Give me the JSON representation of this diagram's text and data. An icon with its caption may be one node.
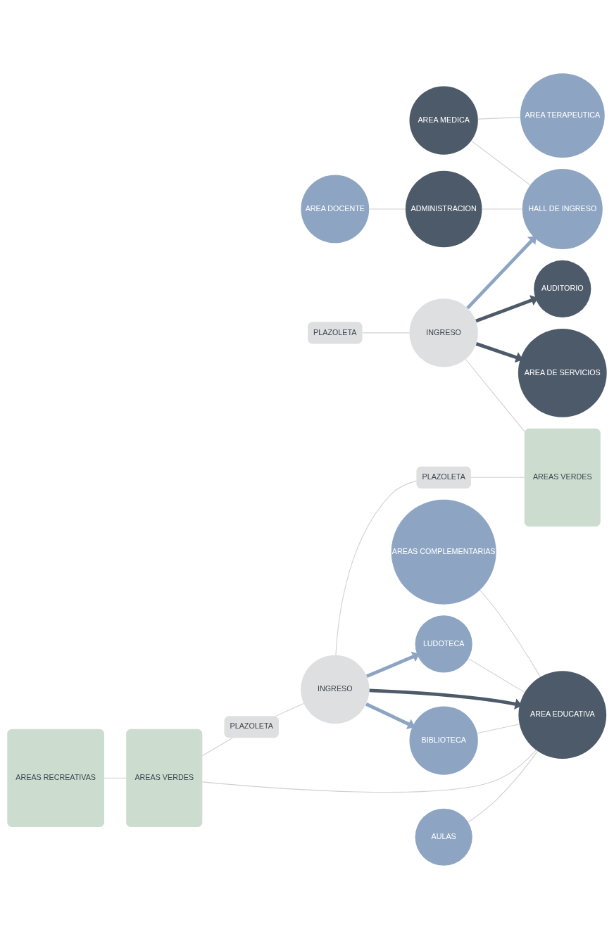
{
  "diagram": {
    "nodes": [
      {
        "text": [
          "AREA DOCENTE"
        ]
      },
      {
        "text": [
          "ADMINISTRACION"
        ]
      },
      {
        "text": [
          "AREAS RECREATIVAS"
        ]
      },
      {
        "text": [
          "PLAZOLETA"
        ]
      },
      {
        "text": [
          "AUDITORIO"
        ]
      },
      {
        "text": [
          "AREA MEDICA"
        ]
      },
      {
        "text": [
          "HALL DE INGRESO"
        ]
      },
      {
        "text": [
          "INGRESO"
        ]
      },
      {
        "text": [
          "AREA DE SERVICIOS"
        ]
      },
      {
        "text": [
          "AREA TERAPEUTICA"
        ]
      },
      {
        "text": [
          "AULAS"
        ]
      },
      {
        "text": [
          "AREAS COMPLEMENTARIAS"
        ]
      },
      {
        "text": [
          "AREAS VERDES"
        ]
      },
      {
        "text": [
          "AREA EDUCATIVA"
        ]
      },
      {
        "text": [
          "BIBLIOTECA"
        ]
      },
      {
        "text": [
          "LUDOTECA"
        ]
      },
      {
        "text": [
          "AREAS VERDES"
        ]
      },
      {
        "text": [
          "PLAZOLETA"
        ]
      },
      {
        "text": [
          "INGRESO"
        ]
      },
      {
        "text": [
          "PLAZOLETA"
        ]
      }
    ],
    "edges": [
      {
        "from": 0,
        "to": 1,
        "arrow": "none"
      },
      {
        "from": 1,
        "to": 6,
        "arrow": "none"
      },
      {
        "from": 5,
        "to": 6,
        "arrow": "none"
      },
      {
        "from": 5,
        "to": 9,
        "arrow": "none"
      },
      {
        "from": 3,
        "to": 7,
        "arrow": "none"
      },
      {
        "from": 7,
        "to": 6,
        "arrow": "to",
        "style": "thick",
        "color": "#8da5c3"
      },
      {
        "from": 7,
        "to": 4,
        "arrow": "to",
        "style": "thick",
        "color": "#4d5a6a"
      },
      {
        "from": 7,
        "to": 8,
        "arrow": "to",
        "style": "thick",
        "color": "#4d5a6a"
      },
      {
        "from": 7,
        "to": 16,
        "arrow": "none"
      },
      {
        "from": 2,
        "to": 12,
        "arrow": "none"
      },
      {
        "from": 12,
        "to": 13,
        "arrow": "none"
      },
      {
        "from": 10,
        "to": 13,
        "arrow": "none"
      },
      {
        "from": 14,
        "to": 13,
        "arrow": "none"
      },
      {
        "from": 11,
        "to": 13,
        "arrow": "none"
      },
      {
        "from": 15,
        "to": 13,
        "arrow": "none"
      },
      {
        "from": 18,
        "to": 14,
        "arrow": "to",
        "style": "thick",
        "color": "#8da5c3"
      },
      {
        "from": 18,
        "to": 13,
        "arrow": "to",
        "style": "thick",
        "color": "#4d5a6a"
      },
      {
        "from": 18,
        "to": 15,
        "arrow": "to",
        "style": "thick",
        "color": "#8da5c3"
      },
      {
        "from": 12,
        "to": 17,
        "arrow": "none"
      },
      {
        "from": 17,
        "to": 18,
        "arrow": "none"
      },
      {
        "from": 18,
        "to": 19,
        "arrow": "none"
      },
      {
        "from": 19,
        "to": 16,
        "arrow": "none"
      }
    ]
  }
}
